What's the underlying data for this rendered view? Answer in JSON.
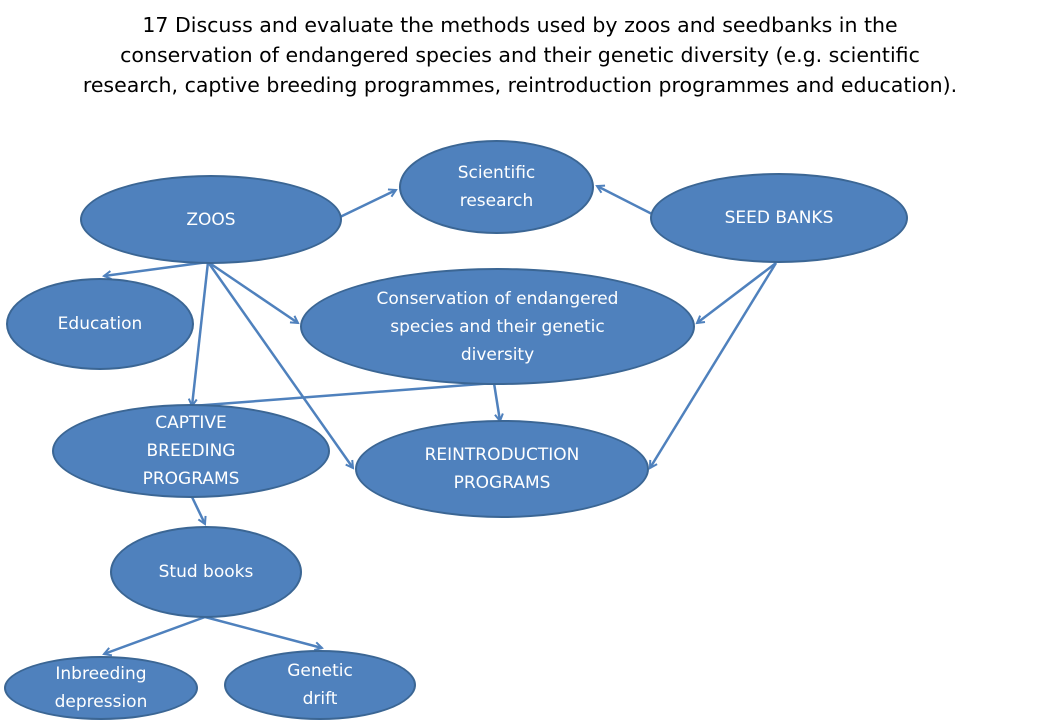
{
  "title": "17 Discuss and evaluate the methods used by zoos and seedbanks in the conservation of endangered species and their genetic diversity (e.g. scientific research, captive breeding programmes, reintroduction programmes and education).",
  "nodes": {
    "zoos": "ZOOS",
    "scientific_research": "Scientific research",
    "seed_banks": "SEED BANKS",
    "education": "Education",
    "conservation": "Conservation of endangered species and their genetic diversity",
    "captive_breeding": "CAPTIVE BREEDING PROGRAMS",
    "reintroduction": "REINTRODUCTION PROGRAMS",
    "stud_books": "Stud books",
    "inbreeding": "Inbreeding depression",
    "genetic_drift": "Genetic drift"
  },
  "colors": {
    "node_fill": "#4f81bd",
    "node_border": "#3b6694",
    "arrow": "#4f81bd",
    "node_text": "#ffffff"
  },
  "edges": [
    [
      "zoos",
      "scientific_research"
    ],
    [
      "seed_banks",
      "scientific_research"
    ],
    [
      "zoos",
      "education"
    ],
    [
      "zoos",
      "conservation"
    ],
    [
      "zoos",
      "captive_breeding"
    ],
    [
      "zoos",
      "reintroduction"
    ],
    [
      "seed_banks",
      "conservation"
    ],
    [
      "seed_banks",
      "reintroduction"
    ],
    [
      "conservation",
      "captive_breeding"
    ],
    [
      "conservation",
      "reintroduction"
    ],
    [
      "captive_breeding",
      "stud_books"
    ],
    [
      "stud_books",
      "inbreeding"
    ],
    [
      "stud_books",
      "genetic_drift"
    ]
  ]
}
